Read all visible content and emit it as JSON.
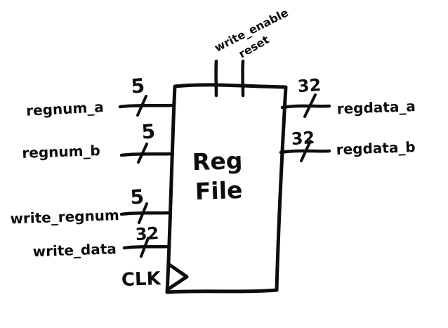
{
  "colors": {
    "ink": "#0d0d0d",
    "background": "#ffffff"
  },
  "block": {
    "name": "Reg File",
    "label_line1": "Reg",
    "label_line2": "File"
  },
  "left_ports": [
    {
      "name": "regnum_a",
      "width": "5"
    },
    {
      "name": "regnum_b",
      "width": "5"
    },
    {
      "name": "write_regnum",
      "width": "5"
    },
    {
      "name": "write_data",
      "width": "32"
    }
  ],
  "right_ports": [
    {
      "name": "regdata_a",
      "width": "32"
    },
    {
      "name": "regdata_b",
      "width": "32"
    }
  ],
  "top_ports": [
    {
      "name": "write_enable"
    },
    {
      "name": "reset"
    }
  ],
  "clock_label": "CLK"
}
